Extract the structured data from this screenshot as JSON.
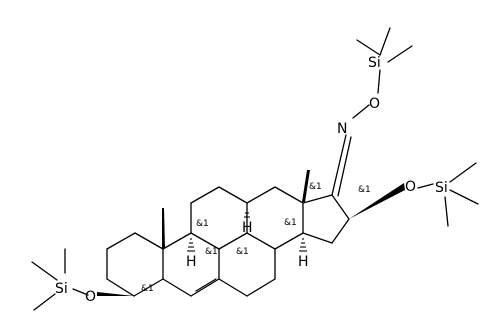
{
  "atoms": {
    "si_top": "Si",
    "o_oxime": "O",
    "n_oxime": "N",
    "o_c16": "O",
    "si_right": "Si",
    "o_c3": "O",
    "si_left": "Si",
    "h_c9": "H",
    "h_c8": "H",
    "h_c14": "H"
  },
  "stereo_labels": {
    "c13": "&1",
    "c16": "&1",
    "c9": "&1",
    "c10": "&1",
    "c8": "&1",
    "c14": "&1",
    "c3": "&1"
  }
}
